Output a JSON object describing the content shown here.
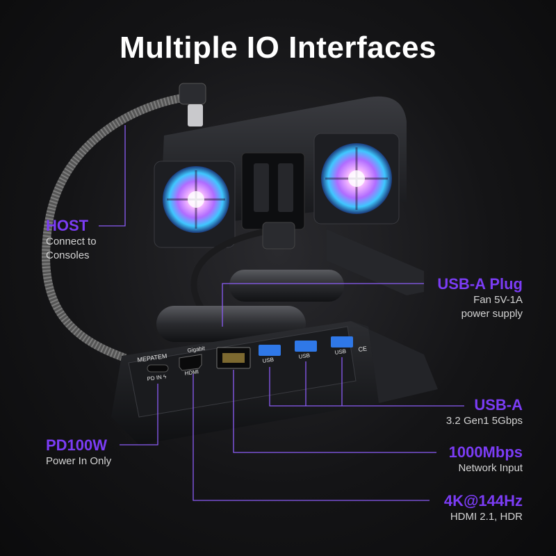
{
  "title": "Multiple IO Interfaces",
  "brand": "MEPATEM",
  "colors": {
    "accent": "#7b3cf5",
    "usb_blue": "#2f78e8",
    "dock": "#1b1c1f"
  },
  "callouts": {
    "host": {
      "title": "HOST",
      "lines": [
        "Connect to",
        "Consoles"
      ]
    },
    "usb_a_plug": {
      "title": "USB-A Plug",
      "lines": [
        "Fan 5V-1A",
        "power supply"
      ]
    },
    "usb_a": {
      "title": "USB-A",
      "lines": [
        "3.2 Gen1 5Gbps"
      ]
    },
    "pd100w": {
      "title": "PD100W",
      "lines": [
        "Power In Only"
      ]
    },
    "gbps": {
      "title": "1000Mbps",
      "lines": [
        "Network Input"
      ]
    },
    "hdmi": {
      "title": "4K@144Hz",
      "lines": [
        "HDMI 2.1, HDR"
      ]
    }
  },
  "port_labels": {
    "pd": "PD IN ϟ",
    "hdmi": "HDMI",
    "gigabit": "Gigabit",
    "usb": "USB",
    "ce": "CE"
  },
  "icons": [
    "usb-c-plug-icon",
    "fan-icon",
    "ethernet-port-icon",
    "usb-a-port-icon",
    "hdmi-port-icon"
  ]
}
